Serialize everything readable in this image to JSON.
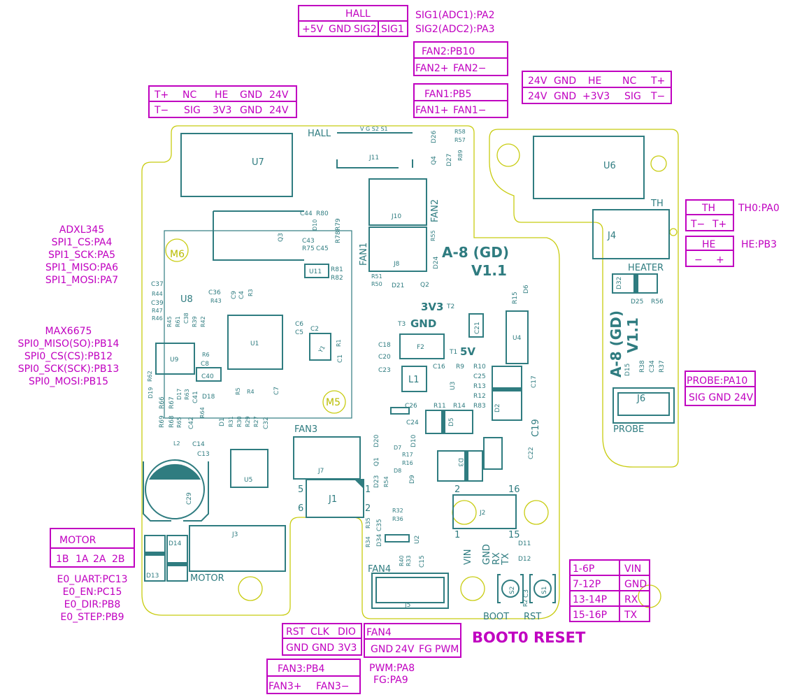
{
  "colors": {
    "annotation": "#c000c0",
    "silkscreen": "#2f7c80",
    "board_outline": "#c8cc10"
  },
  "annotations": {
    "hall": {
      "title": "HALL",
      "pins": [
        "+5V",
        "GND",
        "SIG2",
        "SIG1"
      ],
      "notes": [
        "SIG1(ADC1):PA2",
        "SIG2(ADC2):PA3"
      ]
    },
    "fan2": {
      "title": "FAN2:PB10",
      "pins": [
        "FAN2+",
        "FAN2−"
      ]
    },
    "fan1": {
      "title": "FAN1:PB5",
      "pins": [
        "FAN1+",
        "FAN1−"
      ]
    },
    "u6_conn": {
      "row1": [
        "24V",
        "GND",
        "HE",
        "NC",
        "T+"
      ],
      "row2": [
        "24V",
        "GND",
        "+3V3",
        "SIG",
        "T−"
      ]
    },
    "u7_conn": {
      "row1": [
        "T+",
        "NC",
        "HE",
        "GND",
        "24V"
      ],
      "row2": [
        "T−",
        "SIG",
        "3V3",
        "GND",
        "24V"
      ]
    },
    "th": {
      "title": "TH",
      "pins": [
        "T−",
        "T+"
      ],
      "note": "TH0:PA0"
    },
    "he": {
      "title": "HE",
      "pins": [
        "−",
        "+"
      ],
      "note": "HE:PB3"
    },
    "probe": {
      "title": "PROBE:PA10",
      "pins": "SIG GND 24V"
    },
    "adxl": [
      "ADXL345",
      "SPI1_CS:PA4",
      "SPI1_SCK:PA5",
      "SPI1_MISO:PA6",
      "SPI1_MOSI:PA7"
    ],
    "max6675": [
      "MAX6675",
      "SPI0_MISO(SO):PB14",
      "SPI0_CS(CS):PB12",
      "SPI0_SCK(SCK):PB13",
      "SPI0_MOSI:PB15"
    ],
    "motor": {
      "title": "MOTOR",
      "pins": [
        "1B",
        "1A",
        "2A",
        "2B"
      ],
      "notes": [
        "E0_UART:PC13",
        "E0_EN:PC15",
        "E0_DIR:PB8",
        "E0_STEP:PB9"
      ]
    },
    "j2_pins": [
      [
        "1-6P",
        "VIN"
      ],
      [
        "7-12P",
        "GND"
      ],
      [
        "13-14P",
        "RX"
      ],
      [
        "15-16P",
        "TX"
      ]
    ],
    "boot_reset": "BOOT0 RESET",
    "swd": {
      "row1": [
        "RST",
        "CLK",
        "DIO"
      ],
      "row2": [
        "GND",
        "GND",
        "3V3"
      ]
    },
    "fan4": {
      "title": "FAN4",
      "pins": [
        "GND",
        "24V",
        "FG",
        "PWM"
      ],
      "notes": [
        "PWM:PA8",
        "FG:PA9"
      ]
    },
    "fan3": {
      "title": "FAN3:PB4",
      "pins": [
        "FAN3+",
        "FAN3−"
      ]
    }
  },
  "board": {
    "name": "A-8 (GD)",
    "version": "V1.1",
    "labels": {
      "hall": "HALL",
      "hall_pins": "V G S2 S1",
      "fan2": "FAN2",
      "fan1": "FAN1",
      "fan3": "FAN3",
      "fan4": "FAN4",
      "th": "TH",
      "heater": "HEATER",
      "probe": "PROBE",
      "motor": "MOTOR",
      "boot": "BOOT",
      "rst": "RST",
      "v3v3": "3V3",
      "gnd": "GND",
      "v5": "5V",
      "t1": "T1",
      "t2": "T2",
      "t3": "T3",
      "vin": "VIN",
      "jgnd": "GND",
      "rx": "RX",
      "tx": "TX",
      "p5": "5",
      "p6": "6",
      "p1": "1",
      "p2": "2",
      "j2p2": "2",
      "j2p16": "16",
      "j2p1": "1",
      "j2p15": "15",
      "m6": "M6",
      "m5": "M5"
    },
    "refs": {
      "U7": "U7",
      "U6": "U6",
      "J11": "J11",
      "J10": "J10",
      "J8": "J8",
      "J4": "J4",
      "J6": "J6",
      "J7": "J7",
      "J1": "J1",
      "J2": "J2",
      "J3": "J3",
      "J5": "J5",
      "U1": "U1",
      "U4": "U4",
      "U5": "U5",
      "U8": "U8",
      "U9": "U9",
      "U11": "U11",
      "U3": "U3",
      "U2": "U2",
      "Q3": "Q3",
      "Q4": "Q4",
      "Q2": "Q2",
      "Q1": "Q1",
      "F2": "F2",
      "L1": "L1",
      "C29": "C29",
      "S1": "S1",
      "S2": "S2",
      "D26": "D26",
      "D27": "D27",
      "D24": "D24",
      "D21": "D21",
      "D6": "D6",
      "D2": "D2",
      "D5": "D5",
      "D3": "D3",
      "D20": "D20",
      "D10": "D10",
      "D7": "D7",
      "D8": "D8",
      "D9": "D9",
      "D23": "D23",
      "D34": "D34",
      "D11": "D11",
      "D12": "D12",
      "D13": "D13",
      "D14": "D14",
      "D32": "D32",
      "D25": "D25",
      "D15": "D15",
      "D18": "D18",
      "D1": "D1",
      "D19": "D19",
      "D17": "D17",
      "D10b": "D10",
      "R58": "R58",
      "R57": "R57",
      "R89": "R89",
      "R55": "R55",
      "R51": "R51",
      "R50": "R50",
      "R15": "R15",
      "R9": "R9",
      "R10": "R10",
      "R13": "R13",
      "R12": "R12",
      "R11": "R11",
      "R14": "R14",
      "R83": "R83",
      "R17": "R17",
      "R16": "R16",
      "R54": "R54",
      "R32": "R32",
      "R36": "R36",
      "R35": "R35",
      "R34": "R34",
      "R40": "R40",
      "R33": "R33",
      "R2": "R2",
      "R56": "R56",
      "R38": "R38",
      "R37": "R37",
      "R80": "R80",
      "R79": "R79",
      "R78": "R78",
      "R75": "R75",
      "R81": "R81",
      "R82": "R82",
      "R44": "R44",
      "R47": "R47",
      "R46": "R46",
      "R45": "R45",
      "R61": "R61",
      "R39": "R39",
      "R42": "R42",
      "R43": "R43",
      "R3": "R3",
      "R1": "R1",
      "R6": "R6",
      "R62": "R62",
      "R66": "R66",
      "R67": "R67",
      "R63": "R63",
      "R69": "R69",
      "R68": "R68",
      "R65": "R65",
      "R64": "R64",
      "R31": "R31",
      "R30": "R30",
      "R29": "R29",
      "R27": "R27",
      "R5": "R5",
      "R4": "R4",
      "C21": "C21",
      "C18": "C18",
      "C20": "C20",
      "C23": "C23",
      "C16": "C16",
      "C25": "C25",
      "C17": "C17",
      "C26": "C26",
      "C24": "C24",
      "C19": "C19",
      "C22": "C22",
      "C35": "C35",
      "C15": "C15",
      "C3": "C3",
      "C34": "C34",
      "C44": "C44",
      "C43": "C43",
      "C45": "C45",
      "C37": "C37",
      "C39": "C39",
      "C38": "C38",
      "C36": "C36",
      "C9": "C9",
      "C4": "C4",
      "C6": "C6",
      "C5": "C5",
      "C2": "C2",
      "C1": "C1",
      "C8": "C8",
      "C40": "C40",
      "C41": "C41",
      "C42": "C42",
      "C32": "C32",
      "C7": "C7",
      "C14": "C14",
      "C13": "C13",
      "L2": "L2",
      "Y1": "Y1"
    }
  }
}
